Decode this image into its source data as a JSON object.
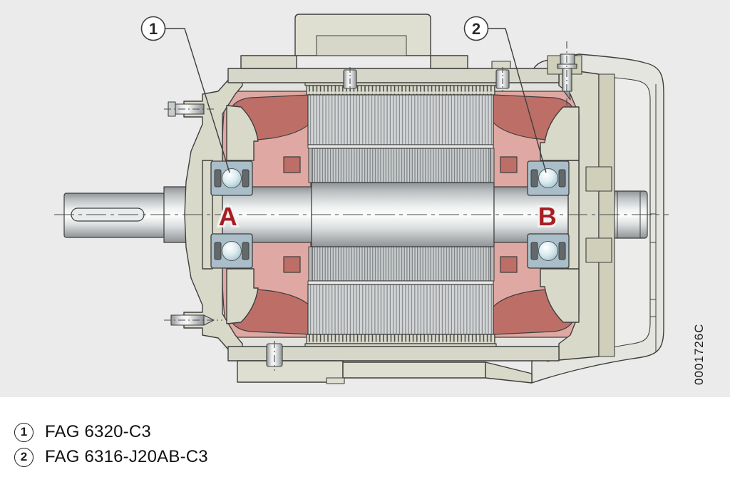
{
  "figure": {
    "type": "technical-cross-section",
    "subject": "electric motor with deep groove ball bearings",
    "drawing_number": "0001726C",
    "shaft_labels": {
      "left": "A",
      "right": "B"
    },
    "callouts": [
      {
        "number": "1"
      },
      {
        "number": "2"
      }
    ],
    "colors": {
      "background": "#ebebeb",
      "frame_beige": "#d9d9c9",
      "frame_light": "#dedfd0",
      "winding_pink": "#dfa8a2",
      "winding_dark": "#bd6f67",
      "bearing_housing_blue": "#a9bec9",
      "label_red": "#a81e24",
      "outline": "#3e3e3e"
    }
  },
  "legend": {
    "items": [
      {
        "number": "1",
        "label": "FAG 6320-C3"
      },
      {
        "number": "2",
        "label": "FAG 6316-J20AB-C3"
      }
    ]
  }
}
